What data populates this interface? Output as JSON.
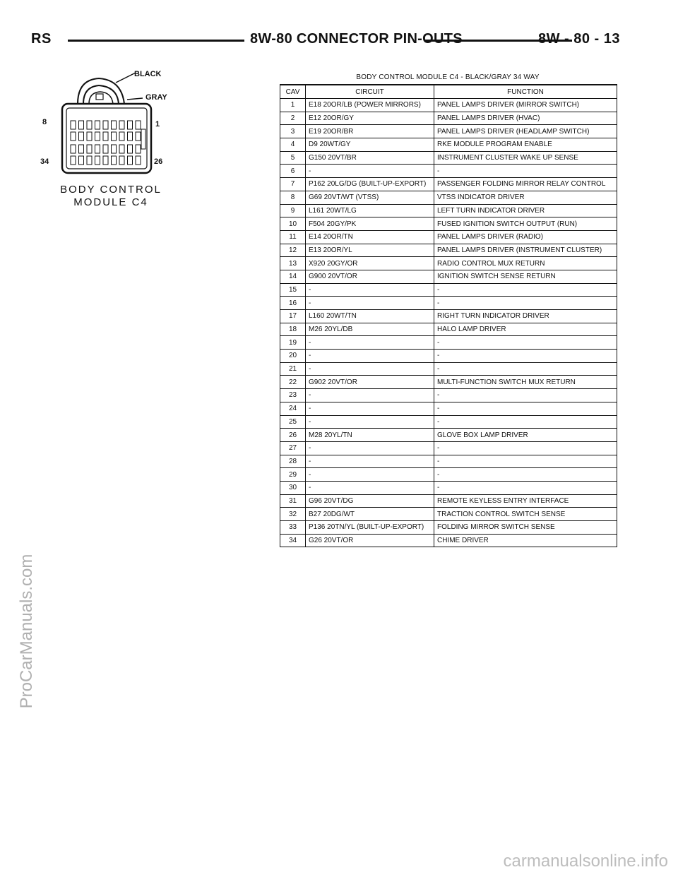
{
  "header": {
    "section_code": "RS",
    "title": "8W-80 CONNECTOR PIN-OUTS",
    "page": "8W - 80 - 13"
  },
  "connector": {
    "callout_black": "BLACK",
    "callout_gray": "GRAY",
    "pin_8": "8",
    "pin_1": "1",
    "pin_34": "34",
    "pin_26": "26",
    "label_line1": "BODY CONTROL",
    "label_line2": "MODULE C4"
  },
  "table": {
    "caption": "BODY CONTROL MODULE C4 - BLACK/GRAY 34 WAY",
    "headers": [
      "CAV",
      "CIRCUIT",
      "FUNCTION"
    ],
    "rows": [
      {
        "cav": "1",
        "circuit": "E18 20OR/LB (POWER MIRRORS)",
        "function": "PANEL LAMPS DRIVER (MIRROR SWITCH)"
      },
      {
        "cav": "2",
        "circuit": "E12 20OR/GY",
        "function": "PANEL LAMPS DRIVER (HVAC)"
      },
      {
        "cav": "3",
        "circuit": "E19 20OR/BR",
        "function": "PANEL LAMPS DRIVER (HEADLAMP SWITCH)"
      },
      {
        "cav": "4",
        "circuit": "D9 20WT/GY",
        "function": "RKE MODULE PROGRAM ENABLE"
      },
      {
        "cav": "5",
        "circuit": "G150 20VT/BR",
        "function": "INSTRUMENT CLUSTER WAKE UP SENSE"
      },
      {
        "cav": "6",
        "circuit": "-",
        "function": "-"
      },
      {
        "cav": "7",
        "circuit": "P162 20LG/DG (BUILT-UP-EXPORT)",
        "function": "PASSENGER FOLDING MIRROR RELAY CONTROL"
      },
      {
        "cav": "8",
        "circuit": "G69 20VT/WT (VTSS)",
        "function": "VTSS INDICATOR DRIVER"
      },
      {
        "cav": "9",
        "circuit": "L161 20WT/LG",
        "function": "LEFT TURN INDICATOR DRIVER"
      },
      {
        "cav": "10",
        "circuit": "F504 20GY/PK",
        "function": "FUSED IGNITION SWITCH OUTPUT (RUN)"
      },
      {
        "cav": "11",
        "circuit": "E14 20OR/TN",
        "function": "PANEL LAMPS DRIVER (RADIO)"
      },
      {
        "cav": "12",
        "circuit": "E13 20OR/YL",
        "function": "PANEL LAMPS DRIVER (INSTRUMENT CLUSTER)"
      },
      {
        "cav": "13",
        "circuit": "X920 20GY/OR",
        "function": "RADIO CONTROL MUX RETURN"
      },
      {
        "cav": "14",
        "circuit": "G900 20VT/OR",
        "function": "IGNITION SWITCH SENSE RETURN"
      },
      {
        "cav": "15",
        "circuit": "-",
        "function": "-"
      },
      {
        "cav": "16",
        "circuit": "-",
        "function": "-"
      },
      {
        "cav": "17",
        "circuit": "L160 20WT/TN",
        "function": "RIGHT TURN INDICATOR DRIVER"
      },
      {
        "cav": "18",
        "circuit": "M26 20YL/DB",
        "function": "HALO LAMP DRIVER"
      },
      {
        "cav": "19",
        "circuit": "-",
        "function": "-"
      },
      {
        "cav": "20",
        "circuit": "-",
        "function": "-"
      },
      {
        "cav": "21",
        "circuit": "-",
        "function": "-"
      },
      {
        "cav": "22",
        "circuit": "G902 20VT/OR",
        "function": "MULTI-FUNCTION SWITCH MUX RETURN"
      },
      {
        "cav": "23",
        "circuit": "-",
        "function": "-"
      },
      {
        "cav": "24",
        "circuit": "-",
        "function": "-"
      },
      {
        "cav": "25",
        "circuit": "-",
        "function": "-"
      },
      {
        "cav": "26",
        "circuit": "M28 20YL/TN",
        "function": "GLOVE BOX LAMP DRIVER"
      },
      {
        "cav": "27",
        "circuit": "-",
        "function": "-"
      },
      {
        "cav": "28",
        "circuit": "-",
        "function": "-"
      },
      {
        "cav": "29",
        "circuit": "-",
        "function": "-"
      },
      {
        "cav": "30",
        "circuit": "-",
        "function": "-"
      },
      {
        "cav": "31",
        "circuit": "G96 20VT/DG",
        "function": "REMOTE KEYLESS ENTRY INTERFACE"
      },
      {
        "cav": "32",
        "circuit": "B27 20DG/WT",
        "function": "TRACTION CONTROL SWITCH SENSE"
      },
      {
        "cav": "33",
        "circuit": "P136 20TN/YL (BUILT-UP-EXPORT)",
        "function": "FOLDING MIRROR SWITCH SENSE"
      },
      {
        "cav": "34",
        "circuit": "G26 20VT/OR",
        "function": "CHIME DRIVER"
      }
    ]
  },
  "watermarks": {
    "side": "ProCarManuals.com",
    "bottom": "carmanualsonline.info"
  }
}
